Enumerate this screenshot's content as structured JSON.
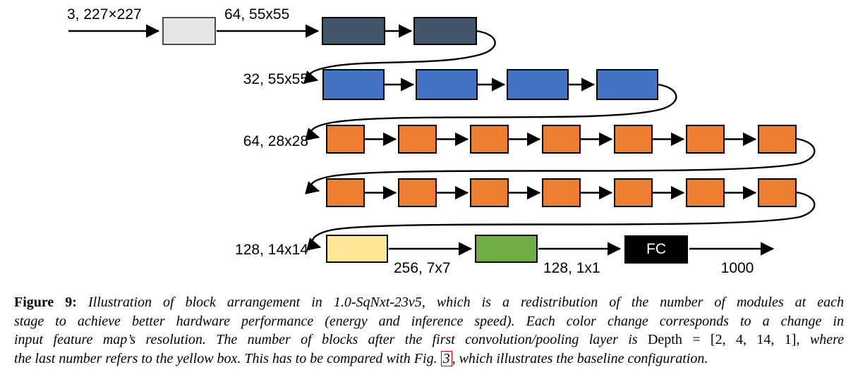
{
  "figure": {
    "labels": {
      "input": "3, 227×227",
      "stage1": "64, 55x55",
      "stage2": "32, 55x55",
      "stage3": "64, 28x28",
      "stage4": "128, 14x14",
      "pool1": "256, 7x7",
      "pool2": "128, 1x1",
      "output": "1000"
    },
    "fc_label": "FC",
    "stages": {
      "stem": {
        "fill": "#e7e6e6",
        "stroke": "#4d4d4d",
        "count": 1
      },
      "stage1": {
        "fill": "#44546a",
        "stroke": "#000000",
        "count": 2
      },
      "stage2": {
        "fill": "#4472c4",
        "stroke": "#000000",
        "count": 4
      },
      "stage3": {
        "fill": "#ed7d31",
        "stroke": "#000000",
        "count": 14
      },
      "stage4": {
        "fill": "#ffe699",
        "stroke": "#000000",
        "count": 1
      },
      "stage5": {
        "fill": "#70ad47",
        "stroke": "#000000",
        "count": 1
      },
      "fc": {
        "fill": "#000000",
        "stroke": "#000000",
        "count": 1
      }
    },
    "arrow_color": "#000000"
  },
  "caption": {
    "figure_label": "Figure 9:",
    "line1_rest": " Illustration of block arrangement in 1.0-SqNxt-23v5, which is a redistribution of the number of modules at each",
    "line2": "stage to achieve better hardware performance (energy and inference speed). Each color change corresponds to a change in",
    "line3_pre": "input feature map’s resolution. The number of blocks after the first convolution/pooling layer is ",
    "line3_math": "Depth = [2, 4, 14, 1]",
    "line3_post": ", where",
    "line4_pre": "the last number refers to the yellow box. This has to be compared with Fig. ",
    "line4_ref": "3",
    "line4_post": ", which illustrates the baseline configuration.",
    "ref_border_color": "#e00000"
  }
}
